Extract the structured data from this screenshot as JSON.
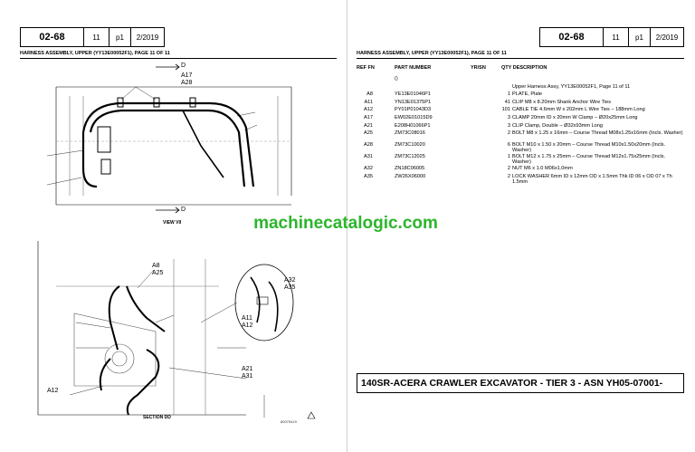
{
  "left_page": {
    "header": {
      "code": "02-68",
      "number": "11",
      "page": "p1",
      "date": "2/2019"
    },
    "caption": "HARNESS ASSEMBLY, UPPER (YY13E00052F1), PAGE 11 OF 11",
    "diagram": {
      "view_label": "VIEW VII",
      "section_label": "SECTION DD",
      "drawing_number": "80079419",
      "section_mark_top": "D",
      "section_mark_bottom": "D",
      "callouts": [
        "A17",
        "A28",
        "A8",
        "A25",
        "A32",
        "A35",
        "A11",
        "A12",
        "A21",
        "A31",
        "A12"
      ]
    }
  },
  "right_page": {
    "header": {
      "code": "02-68",
      "number": "11",
      "page": "p1",
      "date": "2/2019"
    },
    "caption": "HARNESS ASSEMBLY, UPPER (YY13E00052F1), PAGE 11 OF 11",
    "columns": {
      "ref_fn": "REF FN",
      "part_number": "PART NUMBER",
      "yr_sn": "YR/SN",
      "qty_desc": "QTY DESCRIPTION"
    },
    "rows": [
      {
        "ref": "",
        "part": "()",
        "qty": "",
        "desc": ""
      },
      {
        "ref": "",
        "part": "",
        "qty": "",
        "desc": "Upper Harness Assy, YY13E00052F1, Page 11 of 11"
      },
      {
        "ref": "A8",
        "part": "YE13E01046P1",
        "qty": "1",
        "desc": "PLATE, Plate"
      },
      {
        "ref": "A11",
        "part": "YN13E01375P1",
        "qty": "41",
        "desc": "CLIP M8 x 8.20mm Shank Anchor Wire Ties"
      },
      {
        "ref": "A12",
        "part": "PY01P01043D3",
        "qty": "101",
        "desc": "CABLE TIE 4.6mm W x 202mm L Wire Ties – 188mm Long"
      },
      {
        "ref": "A17",
        "part": "EW02E01015D9",
        "qty": "3",
        "desc": "CLAMP 20mm ID x 20mm W Clamp – Ø20x25mm Long"
      },
      {
        "ref": "A21",
        "part": "E208H01066P1",
        "qty": "3",
        "desc": "CLIP Clamp, Double – Ø32x93mm Long"
      },
      {
        "ref": "A25",
        "part": "ZM73C08016",
        "qty": "2",
        "desc": "BOLT M8 x 1.25 x 16mm – Course Thread M08x1.25x16mm (Incls. Washer)"
      },
      {
        "ref": "A28",
        "part": "ZM73C10020",
        "qty": "6",
        "desc": "BOLT M10 x 1.50 x 20mm – Course Thread M10x1.50x20mm (Incls. Washer)"
      },
      {
        "ref": "A31",
        "part": "ZM73C12025",
        "qty": "1",
        "desc": "BOLT M12 x 1.75 x 25mm – Course Thread M12x1.75x25mm (Incls. Washer)"
      },
      {
        "ref": "A32",
        "part": "ZN18C06005",
        "qty": "2",
        "desc": "NUT M6 x 1.0 M06x1.0mm"
      },
      {
        "ref": "A35",
        "part": "ZW26X06000",
        "qty": "2",
        "desc": "LOCK WASHER 6mm ID x 12mm OD x 1.5mm Thk ID 06 x OD 07 x Th 1.5mm"
      }
    ],
    "banner": "140SR-ACERA CRAWLER EXCAVATOR - TIER 3 - ASN YH05-07001-"
  },
  "watermark": "machinecatalogic.com",
  "colors": {
    "watermark": "#2cb52c",
    "line": "#000000",
    "page_bg": "#ffffff"
  }
}
